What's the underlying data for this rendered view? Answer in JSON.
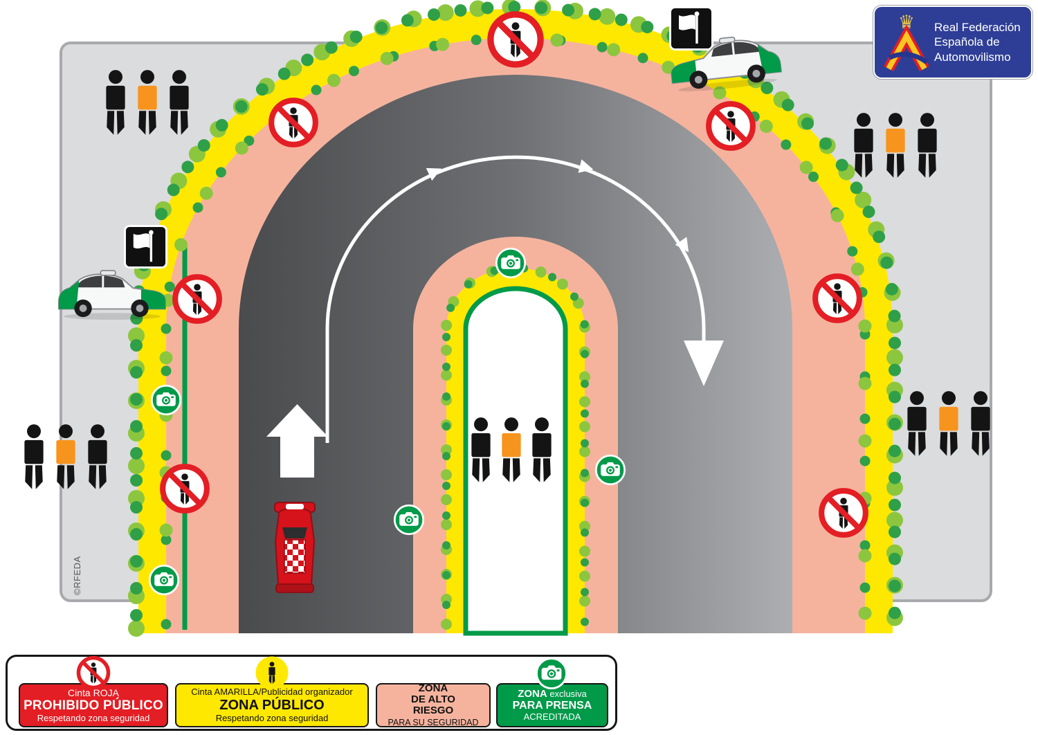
{
  "colors": {
    "page_bg": "#FFFFFF",
    "panel_bg": "#DBDCDD",
    "panel_border": "#A7A9AC",
    "road_dark": "#4A4B4D",
    "road_mid": "#6E7073",
    "road_light": "#ACAEB1",
    "zone_pink": "#F5B39E",
    "zone_yellow": "#FFE800",
    "zone_green": "#009A49",
    "dot_light_green": "#8CC63E",
    "dot_dark_green": "#2FA048",
    "prohibited_red": "#E31E24",
    "vest_orange": "#F7941D",
    "figure_black": "#141414",
    "logo_blue": "#2E3E96",
    "rally_car_red": "#D6121B"
  },
  "logo": {
    "line1": "Real Federación",
    "line2": "Española de",
    "line3": "Automovilismo"
  },
  "watermark": "©RFEDA",
  "legend": {
    "red_zone": {
      "line1": "Cinta ROJA",
      "line2": "PROHIBIDO PÚBLICO",
      "line3": "Respetando zona seguridad"
    },
    "yellow_zone": {
      "line1": "Cinta AMARILLA/Publicidad organizador",
      "line2": "ZONA PÚBLICO",
      "line3": "Respetando zona seguridad"
    },
    "pink_zone": {
      "line1": "ZONA",
      "line2": "DE ALTO",
      "line3": "RIESGO",
      "line4": "PARA SU SEGURIDAD"
    },
    "green_zone": {
      "word_bold": "ZONA",
      "word_rest": "exclusiva",
      "line2": "PARA PRENSA",
      "line3": "ACREDITADA"
    }
  },
  "icons": {
    "prohibition": "no-public-prohibition-icon",
    "camera": "accredited-press-camera-icon",
    "spectator": "spectator-figure-icon",
    "spectator_vest": "marshal-vest-figure-icon",
    "safety_flag_sign": "safety-car-flag-sign-icon",
    "safety_car": "safety-car-icon",
    "rally_car": "rally-car-icon",
    "crown": "royal-crown-icon"
  }
}
